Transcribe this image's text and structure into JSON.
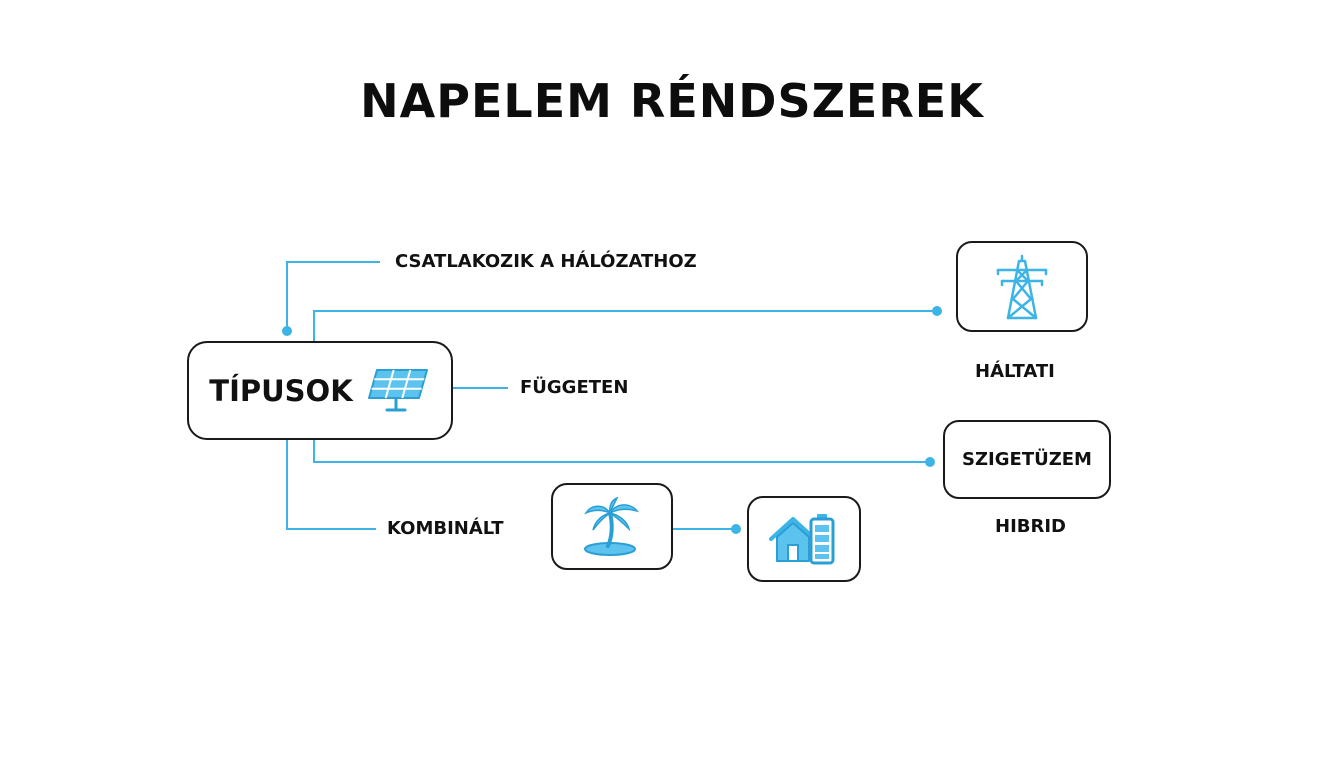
{
  "title": "NAPELEM RÉNDSZEREK",
  "main_node": {
    "label": "TÍPUSOK",
    "icon": "solar-panel-icon"
  },
  "branches": {
    "grid_connected": "CSATLAKOZIK A HÁLÓZATHOZ",
    "independent": "FÜGGETEN",
    "combined": "KOMBINÁLT"
  },
  "grid_card": {
    "icon": "power-tower-icon",
    "caption": "HÁLTATI"
  },
  "island_card": {
    "label": "SZIGETÜZEM",
    "caption": "HIBRID"
  },
  "bottom_icons": {
    "island": "palm-island-icon",
    "hybrid": "house-battery-icon"
  },
  "colors": {
    "accent": "#3db4e6",
    "border": "#1a1a1a",
    "text": "#111111"
  }
}
